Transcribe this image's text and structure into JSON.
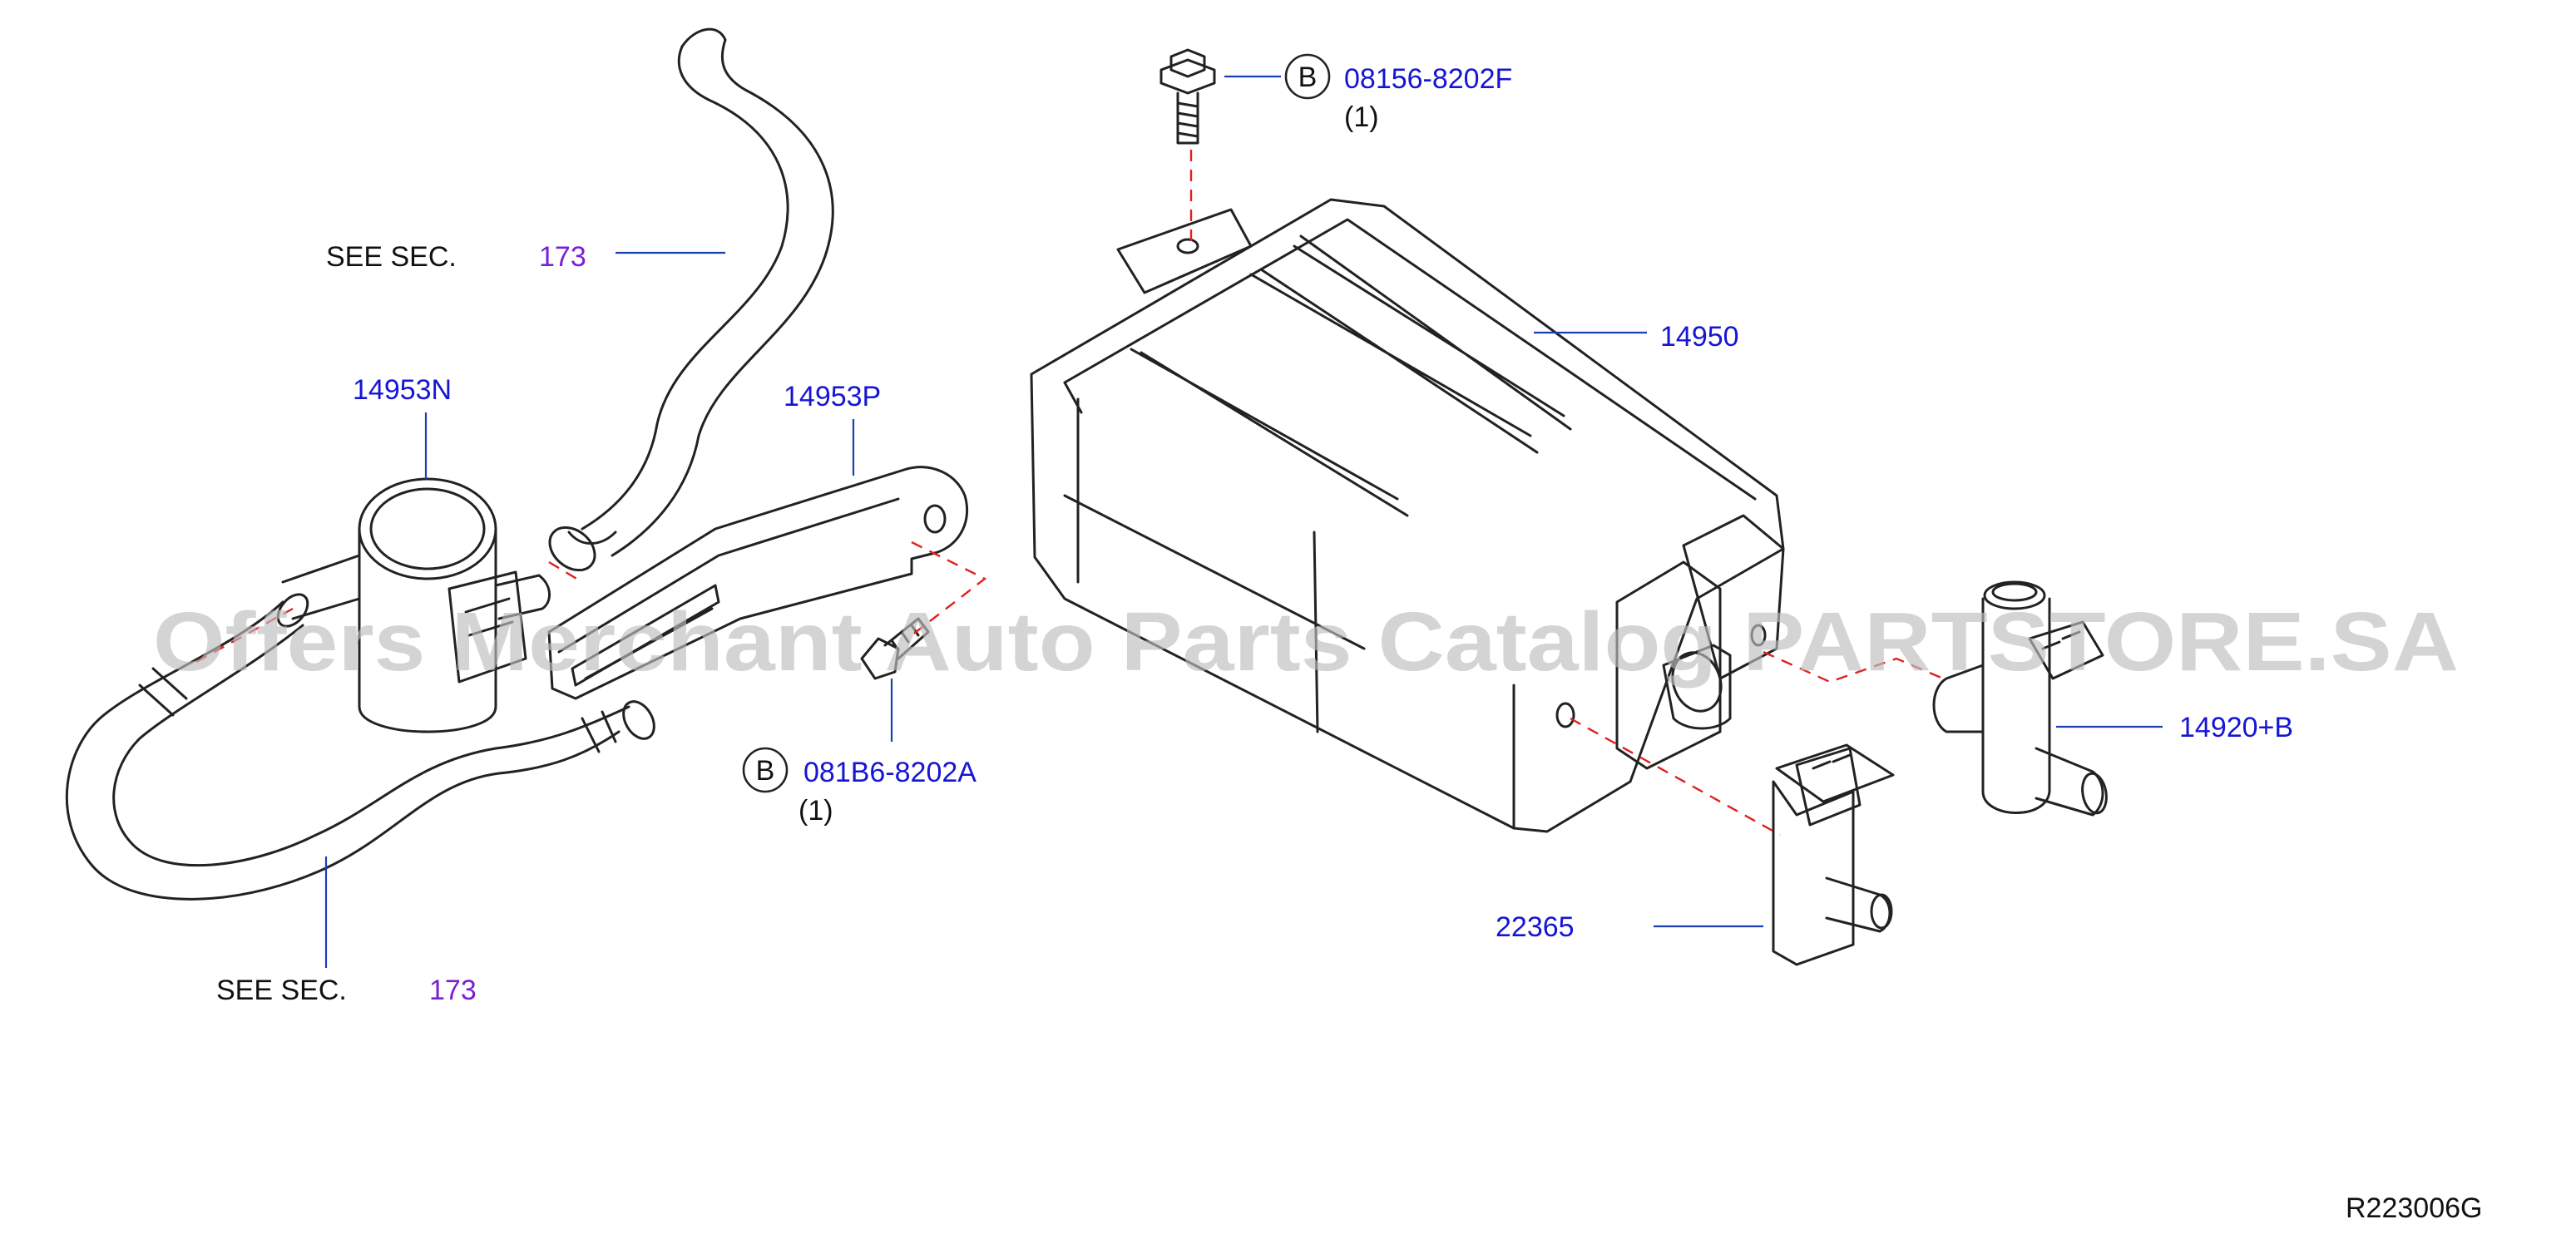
{
  "labels": {
    "see_sec_top": "SEE   SEC.",
    "sec_top_num": "173",
    "see_sec_bottom": "SEE   SEC.",
    "sec_bottom_num": "173",
    "part_14953n": "14953N",
    "part_14953p": "14953P",
    "part_14950": "14950",
    "part_14920b": "14920+B",
    "part_22365": "22365",
    "bolt_top_code": "08156-8202F",
    "bolt_top_qty": "(1)",
    "bolt_bottom_code": "081B6-8202A",
    "bolt_bottom_qty": "(1)",
    "bolt_marker": "B",
    "diagram_ref": "R223006G"
  },
  "watermark": "Offers Merchant Auto Parts Catalog PARTSTORE.SA",
  "colors": {
    "part_number": "#1515d4",
    "section_ref": "#7a1fd6",
    "leader": "#1a3fb5",
    "dashed_guide": "#e02020",
    "outline": "#222222"
  }
}
